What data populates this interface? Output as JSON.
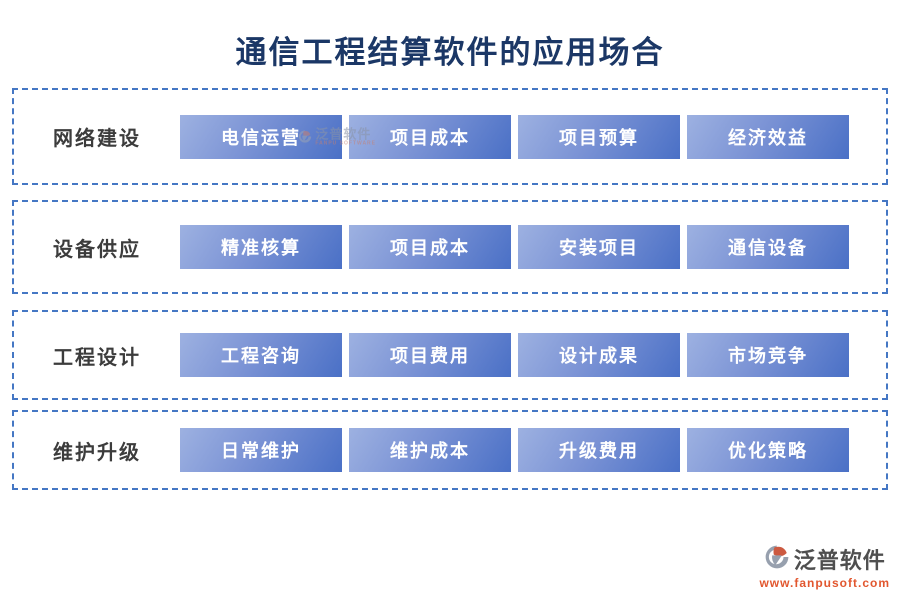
{
  "page": {
    "title": "通信工程结算软件的应用场合"
  },
  "colors": {
    "title": "#1b3766",
    "dashed_border": "#4577c4",
    "button_gradient_light": "#9db1e1",
    "button_gradient_dark": "#4a70c6",
    "button_text": "#ffffff",
    "row_label": "#3c3c3c",
    "brand_name": "#4f4f4f",
    "brand_url": "#e2572f"
  },
  "rows": [
    {
      "label": "网络建设",
      "buttons": [
        "电信运营",
        "项目成本",
        "项目预算",
        "经济效益"
      ]
    },
    {
      "label": "设备供应",
      "buttons": [
        "精准核算",
        "项目成本",
        "安装项目",
        "通信设备"
      ]
    },
    {
      "label": "工程设计",
      "buttons": [
        "工程咨询",
        "项目费用",
        "设计成果",
        "市场竞争"
      ]
    },
    {
      "label": "维护升级",
      "buttons": [
        "日常维护",
        "维护成本",
        "升级费用",
        "优化策略"
      ]
    }
  ],
  "watermark": {
    "text": "泛普软件",
    "subtext": "FANPU SOFTWARE"
  },
  "footer": {
    "brand": "泛普软件",
    "url": "www.fanpusoft.com"
  }
}
